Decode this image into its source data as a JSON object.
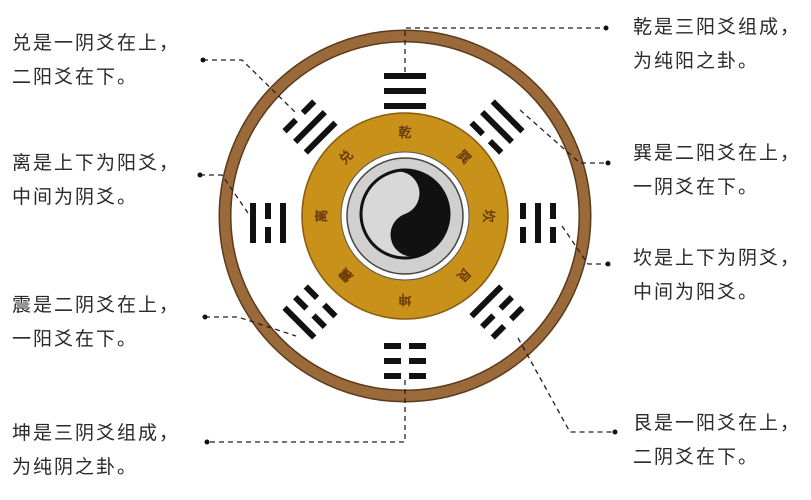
{
  "colors": {
    "outer_ring": "#9a6a3a",
    "outer_ring_edge": "#5a3a1a",
    "gold_ring": "#c8921a",
    "gold_char": "#6a3a0a",
    "yinyang_bg": "#cfcfcf",
    "yinyang_dark": "#111111",
    "yinyang_light": "#d8d8d8",
    "trigram": "#111111",
    "leader_line": "#222222",
    "text": "#2a2a2a"
  },
  "center": {
    "symbol": "yin-yang"
  },
  "inner_ring_chars": [
    "乾",
    "巽",
    "坎",
    "艮",
    "坤",
    "震",
    "离",
    "兑"
  ],
  "annotations": [
    {
      "id": "dui",
      "trigram": "兑",
      "line1": "兑是一阴爻在上，",
      "line2": "二阳爻在下。"
    },
    {
      "id": "qian",
      "trigram": "乾",
      "line1": "乾是三阳爻组成，",
      "line2": "为纯阳之卦。"
    },
    {
      "id": "li",
      "trigram": "离",
      "line1": "离是上下为阳爻，",
      "line2": "中间为阴爻。"
    },
    {
      "id": "xun",
      "trigram": "巽",
      "line1": "巽是二阳爻在上，",
      "line2": "一阴爻在下。"
    },
    {
      "id": "kan",
      "trigram": "坎",
      "line1": "坎是上下为阴爻，",
      "line2": "中间为阳爻。"
    },
    {
      "id": "zhen",
      "trigram": "震",
      "line1": "震是二阴爻在上，",
      "line2": "一阳爻在下。"
    },
    {
      "id": "kun",
      "trigram": "坤",
      "line1": "坤是三阴爻组成，",
      "line2": "为纯阴之卦。"
    },
    {
      "id": "gen",
      "trigram": "艮",
      "line1": "艮是一阳爻在上，",
      "line2": "二阴爻在下。"
    }
  ]
}
